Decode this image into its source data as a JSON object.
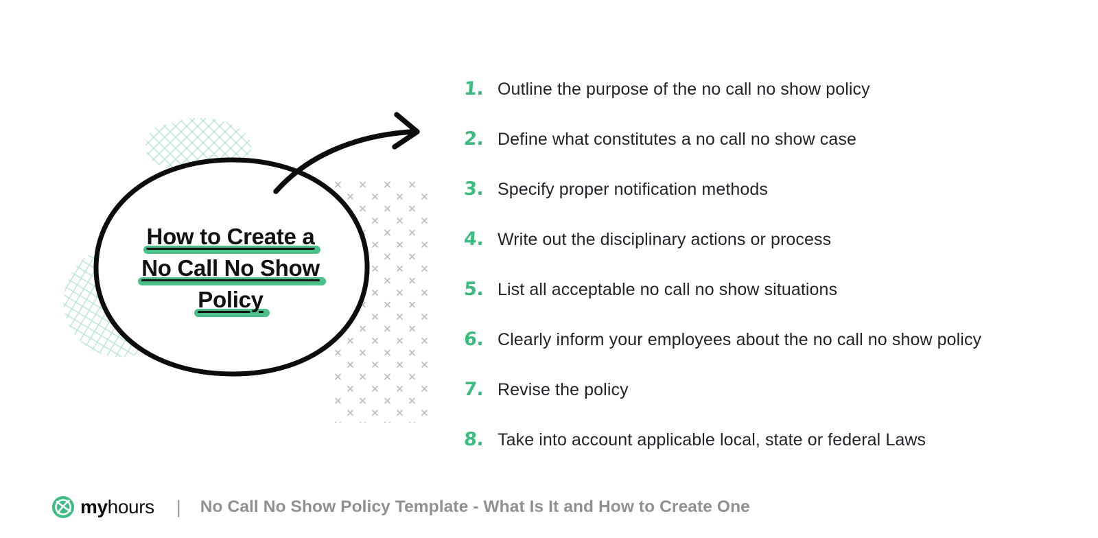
{
  "bubble": {
    "line1": "How to Create a",
    "line2": "No Call No Show",
    "line3": "Policy"
  },
  "steps": [
    {
      "num": "1.",
      "text": "Outline the purpose of the no call no show policy"
    },
    {
      "num": "2.",
      "text": "Define what constitutes a no call no show case"
    },
    {
      "num": "3.",
      "text": "Specify proper notification methods"
    },
    {
      "num": "4.",
      "text": "Write out the disciplinary actions or process"
    },
    {
      "num": "5.",
      "text": "List all acceptable no call no show situations"
    },
    {
      "num": "6.",
      "text": "Clearly inform your employees about the no call no show policy"
    },
    {
      "num": "7.",
      "text": "Revise the policy"
    },
    {
      "num": "8.",
      "text": "Take into account applicable local, state or federal Laws"
    }
  ],
  "footer": {
    "brand_bold": "my",
    "brand_light": "hours",
    "separator": "|",
    "caption": "No Call No Show Policy Template - What Is It and How to Create One"
  },
  "colors": {
    "accent_green": "#3dbc80",
    "highlight_green": "#4cc089",
    "hatch_green": "#b9e5ce",
    "cross_gray": "#bdbdbd",
    "ink_black": "#0d0d0d",
    "footer_gray": "#8e9093"
  },
  "icons": {
    "logo": "myhours-clock-icon",
    "arrow": "curved-arrow-icon"
  }
}
